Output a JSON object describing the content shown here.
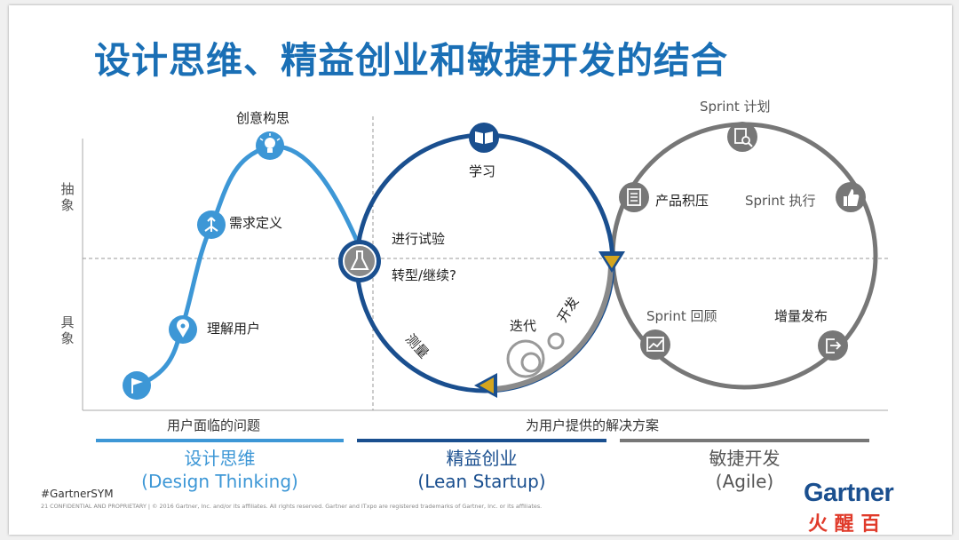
{
  "title": "设计思维、精益创业和敏捷开发的结合",
  "axis": {
    "top": "抽象",
    "bottom": "具象"
  },
  "design_thinking": {
    "steps": [
      "理解用户",
      "需求定义",
      "创意构思"
    ],
    "stage_label": "进行试验"
  },
  "lean": {
    "learn": "学习",
    "pivot": "转型/继续?",
    "iterate": "迭代",
    "develop": "开发",
    "measure": "测量"
  },
  "agile": {
    "sprint_plan": "Sprint 计划",
    "backlog": "产品积压",
    "sprint_exec": "Sprint 执行",
    "review": "Sprint 回顾",
    "release": "增量发布"
  },
  "sections": {
    "problem": "用户面临的问题",
    "solution": "为用户提供的解决方案"
  },
  "bottom": {
    "dt_cn": "设计思维",
    "dt_en": "(Design Thinking)",
    "lean_cn": "精益创业",
    "lean_en": "(Lean Startup)",
    "agile_cn": "敏捷开发",
    "agile_en": "(Agile)"
  },
  "hashtag": "#GartnerSYM",
  "footer": "21   CONFIDENTIAL AND PROPRIETARY  |  © 2016 Gartner, Inc. and/or its affiliates. All rights reserved. Gartner and ITxpo are registered trademarks of Gartner, Inc. or its affiliates.",
  "logo": "Gartner",
  "watermark": "火 醒 百",
  "colors": {
    "title": "#1a6fb5",
    "design": "#3d97d6",
    "lean": "#1a4f8f",
    "agile": "#777777",
    "accent": "#d4a51e"
  },
  "icons": [
    "flag-icon",
    "location-pin-icon",
    "arrows-icon",
    "lightbulb-icon",
    "flask-icon",
    "book-icon",
    "document-search-icon",
    "list-icon",
    "thumbs-up-icon",
    "chart-icon",
    "export-icon"
  ]
}
